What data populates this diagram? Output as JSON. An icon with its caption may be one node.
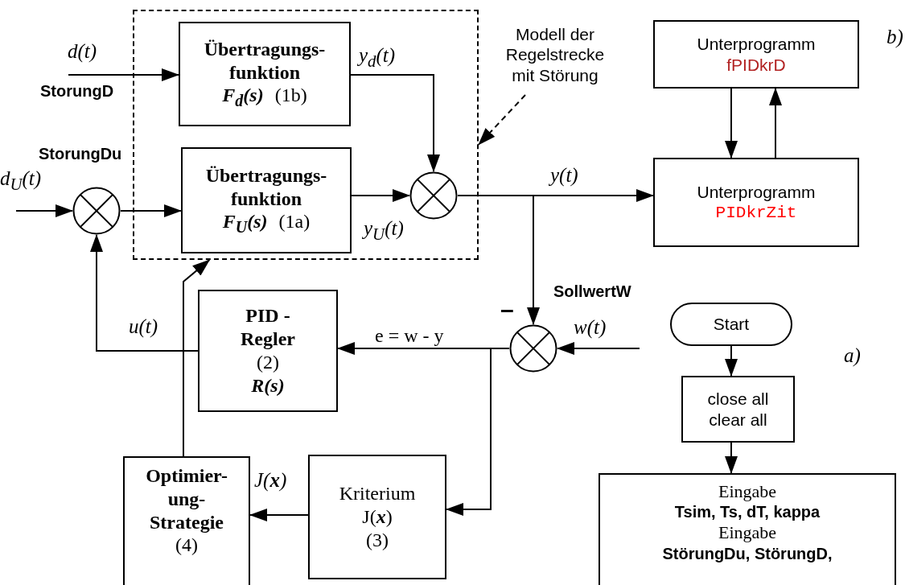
{
  "diagram": {
    "nodes": [
      {
        "text": [],
        "shape": "box"
      },
      {
        "text": [
          "Übertragungs- funktion",
          "F$_{d}$(s)",
          "(1b)"
        ],
        "in": 0
      },
      {
        "text": [
          "Modell der Regelstrecke mit Störung"
        ]
      },
      {
        "text": [
          "Übertragungs- funktion",
          "F$_{U}$(s)",
          "(1a)"
        ],
        "in": 0
      },
      {
        "text": [],
        "shape": "circle"
      },
      {
        "text": [],
        "shape": "circle",
        "in": 0
      },
      {
        "text": [
          "Unterprogramm",
          "fPIDkrD"
        ]
      },
      {
        "text": [
          "Unterprogramm",
          "PIDkrZit"
        ]
      },
      {
        "text": [
          "PID - Regler",
          "(2)",
          "R(s)"
        ]
      },
      {
        "text": [],
        "shape": "circle"
      },
      {
        "text": [
          "Start"
        ]
      },
      {
        "text": [
          "close all clear all"
        ]
      },
      {
        "text": [
          "Eingabe",
          "Tsim, Ts, dT, kappa",
          "Eingabe",
          "StörungDu, StörungD,"
        ]
      },
      {
        "text": [
          "Optimier- ung- Strategie",
          "(4)"
        ]
      },
      {
        "text": [
          "Kriterium",
          "J(**x**)",
          "(3)"
        ]
      }
    ],
    "edges": [
      {
        "from": null,
        "to": 1,
        "arrow": "to",
        "label": "d(t)"
      },
      {
        "from": null,
        "to": 4,
        "arrow": "to",
        "label": "d$_{U}$(t)"
      },
      {
        "from": 4,
        "to": 3,
        "arrow": "to"
      },
      {
        "from": 1,
        "to": 5,
        "arrow": "to",
        "label": "y$_{d}$(t)"
      },
      {
        "from": 3,
        "to": 5,
        "arrow": "to",
        "label": "y$_{U}$(t)"
      },
      {
        "from": 5,
        "to": 7,
        "arrow": "to",
        "label": "y(t)"
      },
      {
        "from": 5,
        "to": 9,
        "arrow": "to"
      },
      {
        "from": null,
        "to": 9,
        "arrow": "to",
        "label": "w(t)"
      },
      {
        "from": 9,
        "to": 8,
        "arrow": "to",
        "label": "e = w - y"
      },
      {
        "from": 9,
        "to": 14,
        "arrow": "to"
      },
      {
        "from": 8,
        "to": 4,
        "arrow": "to",
        "label": "u(t)"
      },
      {
        "from": 14,
        "to": 13,
        "arrow": "to",
        "label": "J(**x**)"
      },
      {
        "from": 13,
        "to": 0,
        "arrow": "to"
      },
      {
        "from": 2,
        "to": 0,
        "arrow": "to",
        "style": "dashed"
      },
      {
        "from": 6,
        "to": 7,
        "arrow": "to"
      },
      {
        "from": 7,
        "to": 6,
        "arrow": "to"
      },
      {
        "from": 10,
        "to": 11,
        "arrow": "to"
      },
      {
        "from": 11,
        "to": 12,
        "arrow": "to"
      }
    ],
    "labels": [
      "StorungD",
      "StorungDu",
      "b)",
      "SollwertW",
      "–",
      "a)"
    ]
  }
}
